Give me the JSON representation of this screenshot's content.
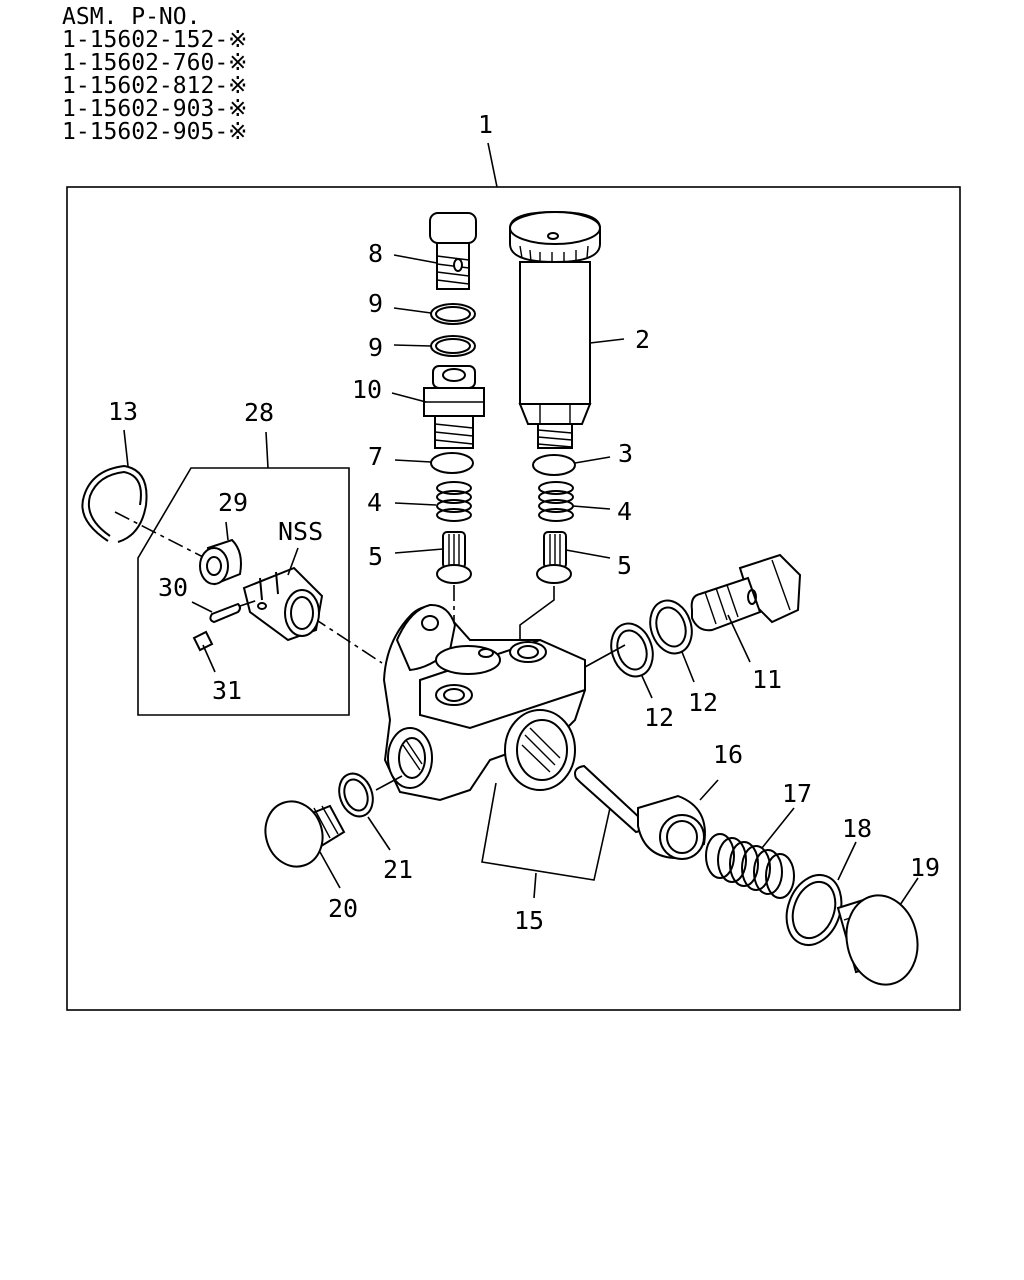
{
  "header": {
    "title": "ASM. P-NO.",
    "part_numbers": [
      "1-15602-152-※",
      "1-15602-760-※",
      "1-15602-812-※",
      "1-15602-903-※",
      "1-15602-905-※"
    ]
  },
  "labels": {
    "l1": "1",
    "l2": "2",
    "l3": "3",
    "l4a": "4",
    "l4b": "4",
    "l5a": "5",
    "l5b": "5",
    "l7": "7",
    "l8": "8",
    "l9a": "9",
    "l9b": "9",
    "l10": "10",
    "l11": "11",
    "l12a": "12",
    "l12b": "12",
    "l13": "13",
    "l15": "15",
    "l16": "16",
    "l17": "17",
    "l18": "18",
    "l19": "19",
    "l20": "20",
    "l21": "21",
    "l28": "28",
    "l29": "29",
    "l30": "30",
    "l31": "31",
    "nss": "NSS"
  }
}
